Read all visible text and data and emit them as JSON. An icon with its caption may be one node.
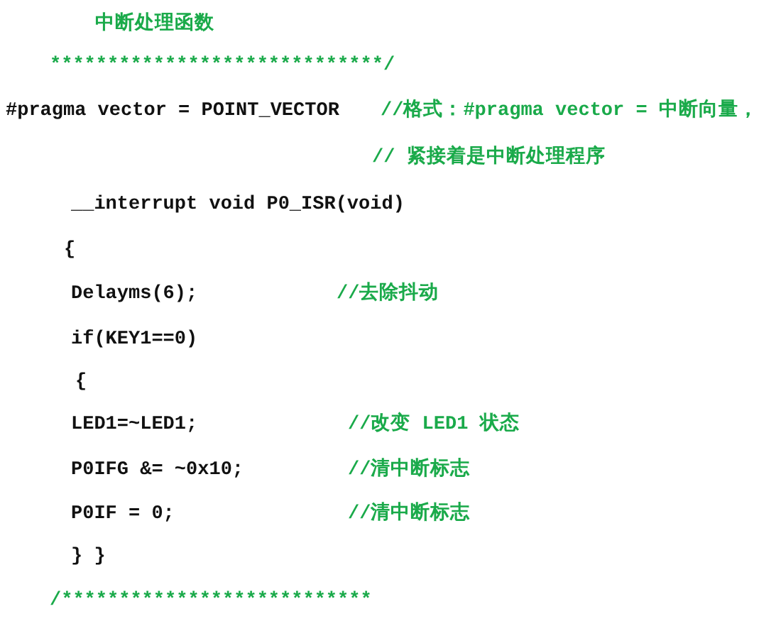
{
  "diagram": {
    "labels": [
      "中断处理函数",
      "*****************************/",
      "#pragma vector = POINT_VECTOR",
      "//格式：#pragma vector = 中断向量，",
      "// 紧接着是中断处理程序",
      "__interrupt void P0_ISR(void)",
      "{",
      "Delayms(6);",
      "//去除抖动",
      "if(KEY1==0)",
      "{",
      "LED1=~LED1;",
      "//改变 LED1 状态",
      "P0IFG &= ~0x10;",
      "//清中断标志",
      "P0IF = 0;",
      "//清中断标志",
      "} }",
      "/***************************"
    ]
  }
}
